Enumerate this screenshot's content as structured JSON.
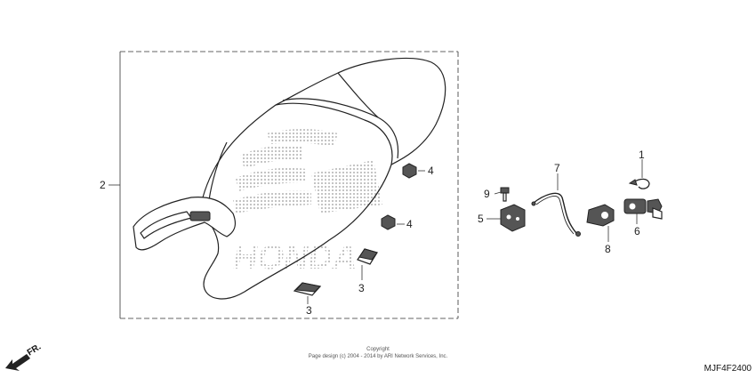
{
  "callouts": {
    "c1": "1",
    "c2": "2",
    "c3a": "3",
    "c3b": "3",
    "c4a": "4",
    "c4b": "4",
    "c5": "5",
    "c6": "6",
    "c7": "7",
    "c8": "8",
    "c9": "9"
  },
  "watermark": "HONDA",
  "copyright": {
    "line1": "Copyright",
    "line2": "Page design (c) 2004 - 2014 by ARI Network Services, Inc."
  },
  "front_indicator": "FR.",
  "diagram_code": "MJF4F2400"
}
